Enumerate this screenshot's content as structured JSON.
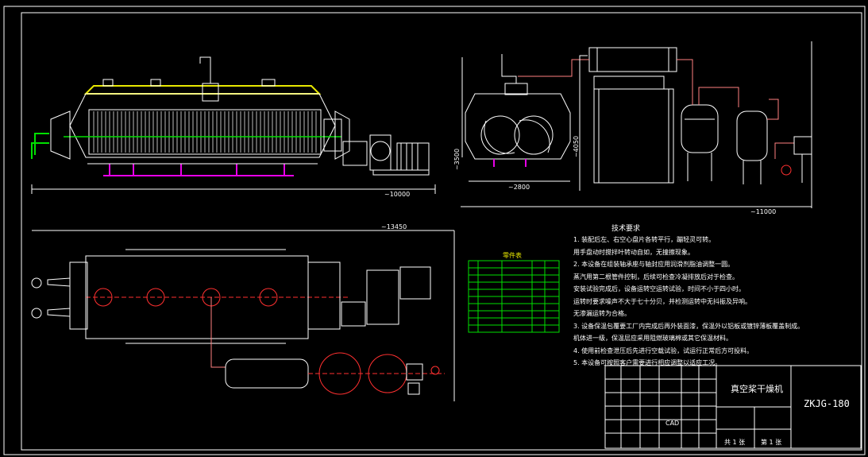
{
  "notes": {
    "title": "技术要求",
    "lines": [
      "1. 装配后左、右空心盘片各转平行，蹦轻灵可转。",
      "   用手盘动时搅拌叶转动自如，无撞擦现象。",
      "2. 本设备在组装轴承座与轴封应用润滑剂脂油调整一圆。",
      "   蒸汽用第二根管件控制，后续可检查冷凝排放后对于检查。",
      "   安装试验完成后，设备运转空运转试验，时间不小于四小时。",
      "   运转时要求噪声不大于七十分贝，并检测运转中无抖振及异响。",
      "   无渗漏运转为合格。",
      "3. 设备保温包覆要工厂内完成后再外装面漆，保温外以铝板或镀锌薄板覆盖制成。",
      "   机体进一级，保温层应采用阻燃玻璃棉或其它保温材料。",
      "4. 使用前检查泄压后先进行空载试验，试运行正常后方可投料。",
      "5. 本设备可按照客户需要进行相应调整以适应工况。"
    ]
  },
  "parts_table": {
    "title": "零件表"
  },
  "title_block": {
    "name": "真空桨干燥机",
    "code": "ZKJG-180",
    "software": "CAD",
    "sheet_total": "共 1 张",
    "sheet_no": "第 1 张"
  },
  "dimensions": {
    "front_length": "~10000",
    "top_length": "~13450",
    "side_width": "~2800",
    "side_height": "~3500",
    "system_length": "~11000",
    "system_height": "~4050"
  },
  "colors": {
    "outline": "#ffffff",
    "hatch": "#aaaaaa",
    "yellow": "#e8e800",
    "red": "#ff3030",
    "magenta": "#e800e8",
    "green": "#00e000",
    "pipe": "#ff8080"
  }
}
